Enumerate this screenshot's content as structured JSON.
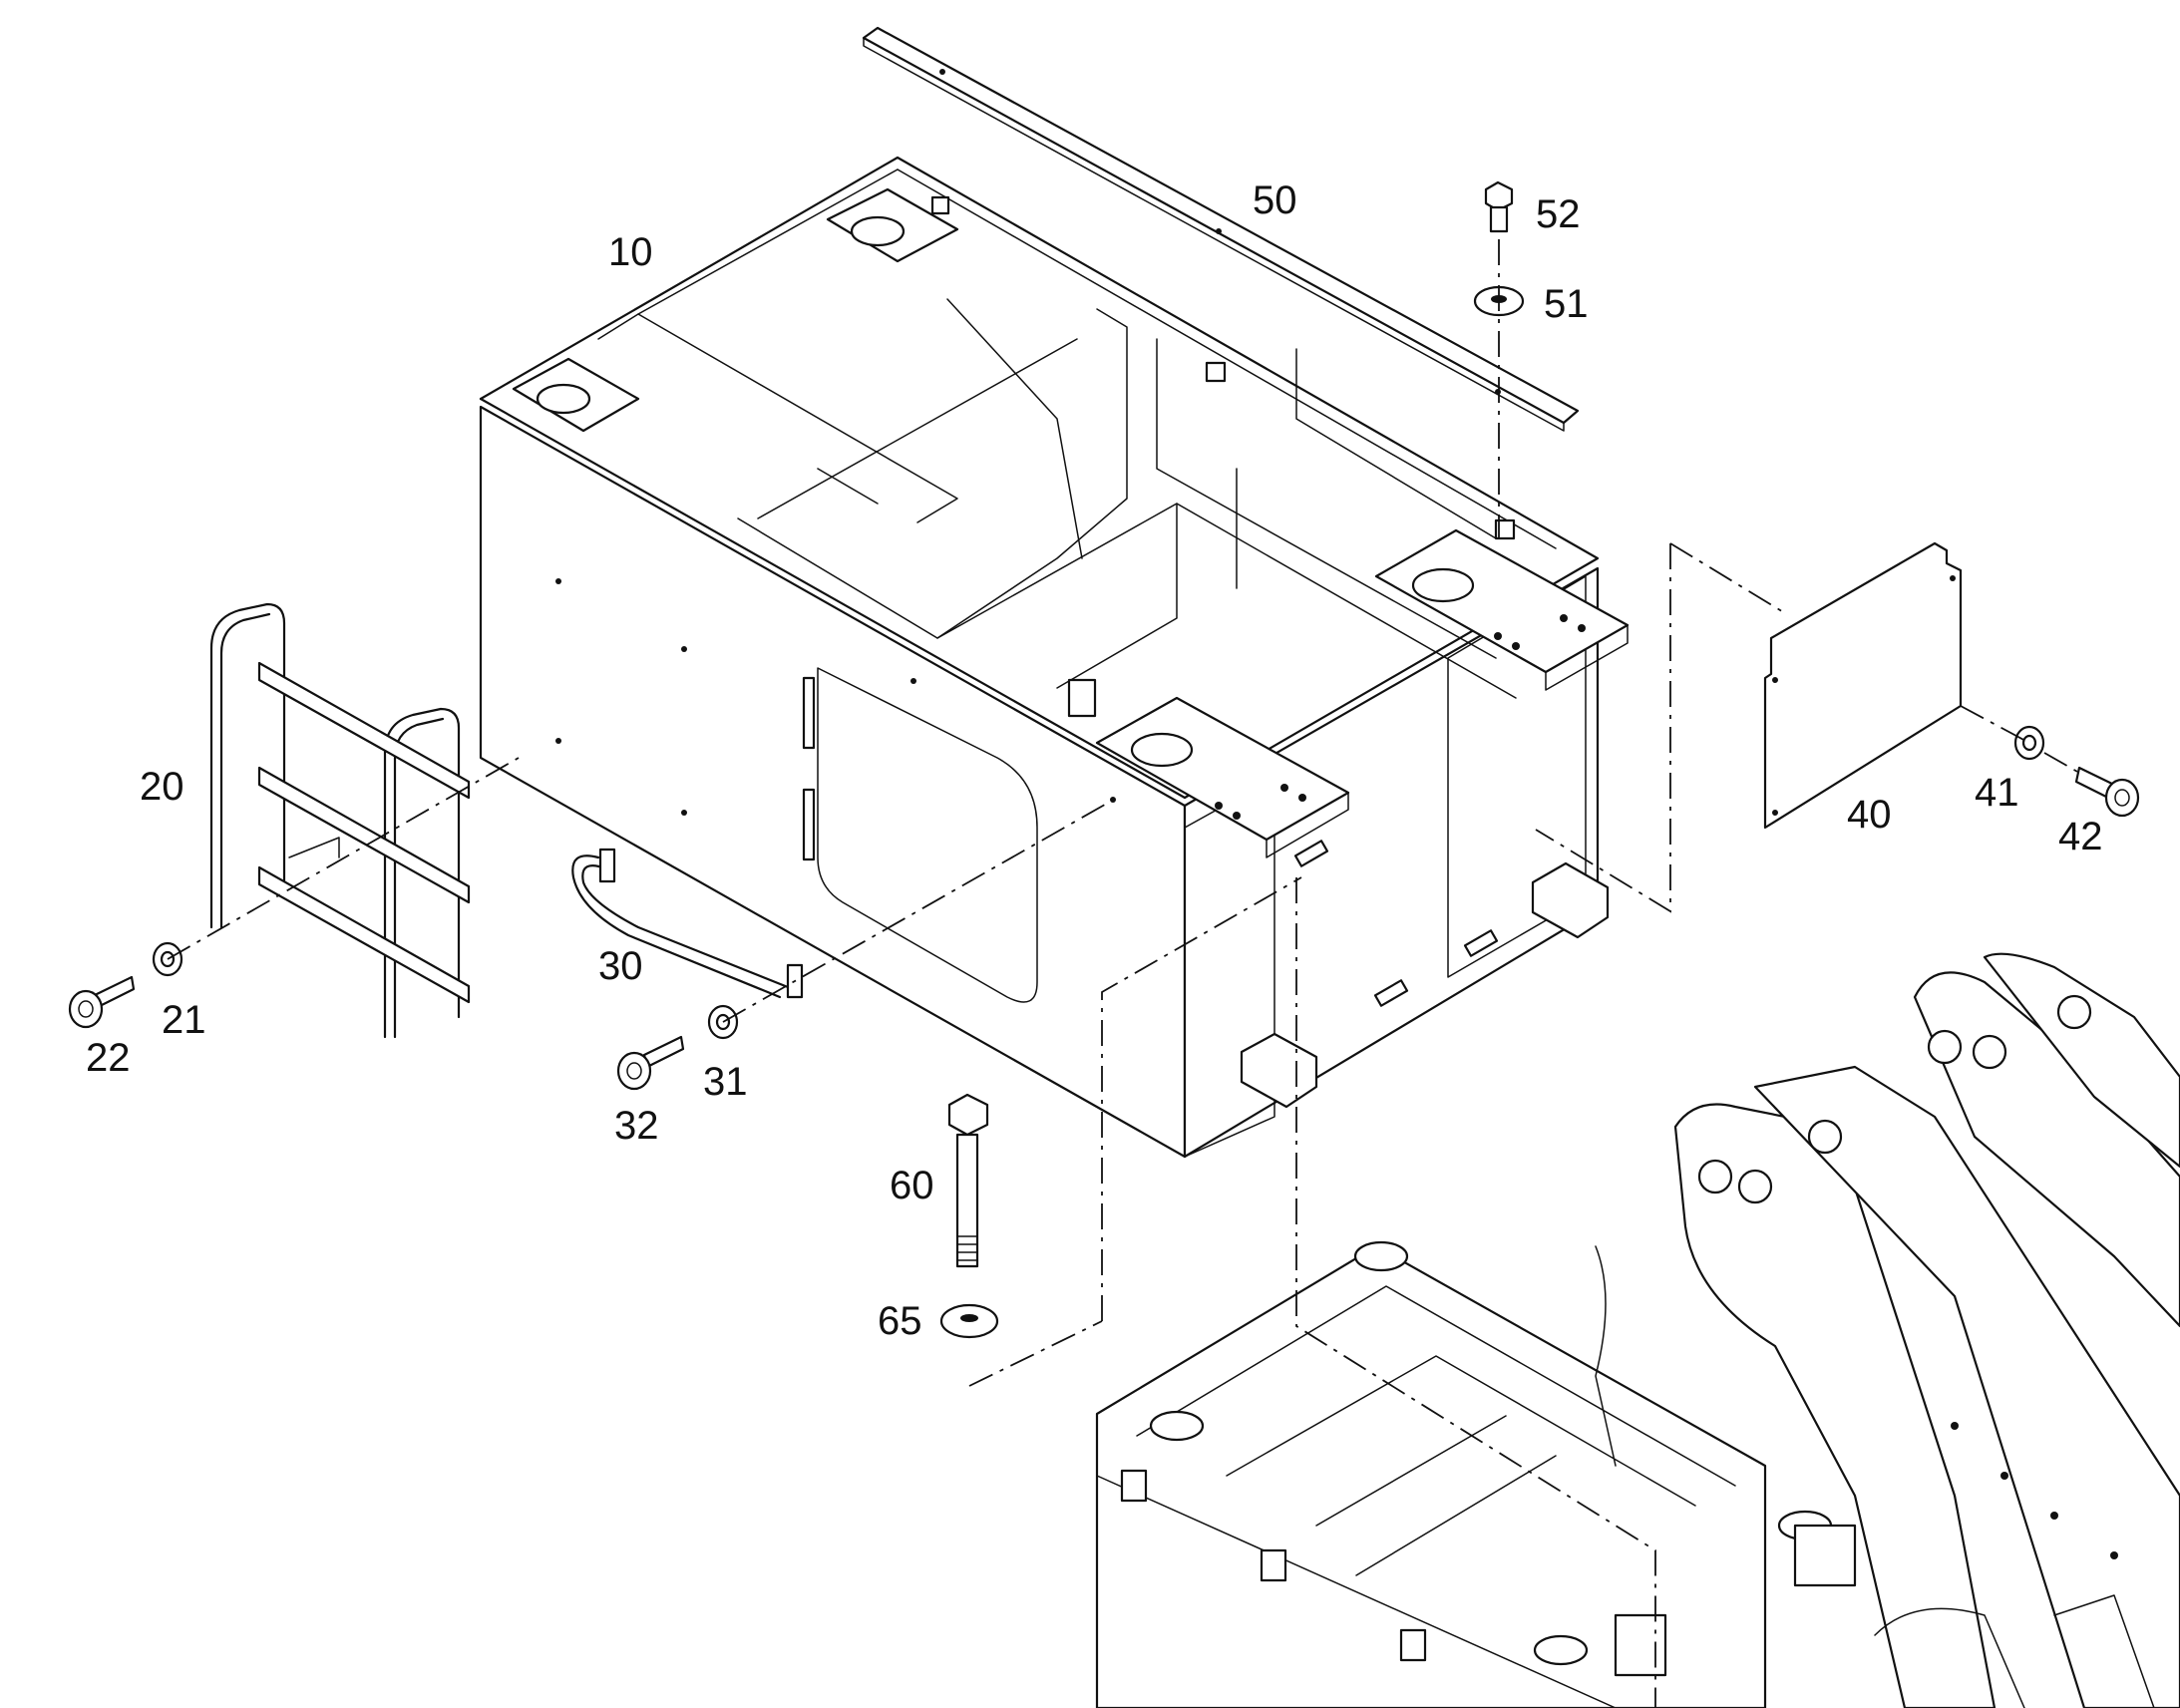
{
  "callouts": {
    "c10": "10",
    "c20": "20",
    "c21": "21",
    "c22": "22",
    "c30": "30",
    "c31": "31",
    "c32": "32",
    "c40": "40",
    "c41": "41",
    "c42": "42",
    "c50": "50",
    "c51": "51",
    "c52": "52",
    "c60": "60",
    "c65": "65"
  }
}
